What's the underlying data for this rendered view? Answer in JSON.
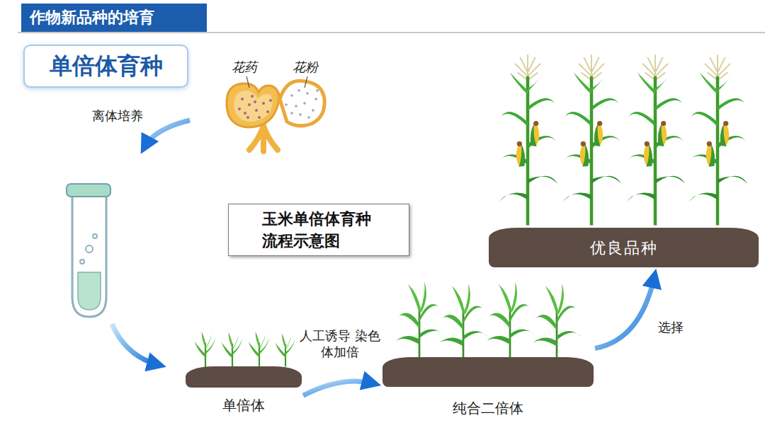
{
  "diagram": {
    "title": "作物新品种的培育",
    "nodes": [
      {
        "text": [
          "单倍体育种"
        ]
      },
      {
        "text": [
          "花药",
          "花粉"
        ]
      },
      {
        "text": [
          "玉米单倍体育种 流程示意图"
        ]
      },
      {
        "text": [
          "单倍体"
        ]
      },
      {
        "text": [
          "纯合二倍体"
        ]
      },
      {
        "text": [
          "优良品种"
        ]
      }
    ],
    "edges": [
      {
        "from": 3,
        "to": 4,
        "arrow": "to",
        "label": "人工诱导 染色体加倍"
      },
      {
        "from": 4,
        "to": 5,
        "arrow": "to",
        "label": "选择"
      }
    ],
    "labels": [
      "离体培养"
    ]
  }
}
